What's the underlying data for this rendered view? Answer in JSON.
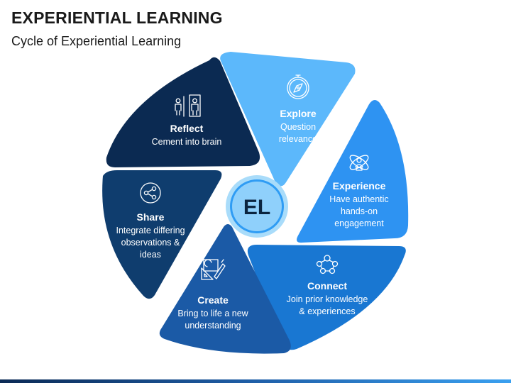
{
  "title": "EXPERIENTIAL LEARNING",
  "subtitle": "Cycle of Experiential Learning",
  "center_label": "EL",
  "segments": [
    {
      "id": "explore",
      "title": "Explore",
      "lines": [
        "Question",
        "relevance"
      ],
      "color": "#5cb8fb",
      "icon": "compass-icon"
    },
    {
      "id": "experience",
      "title": "Experience",
      "lines": [
        "Have authentic",
        "hands-on",
        "engagement"
      ],
      "color": "#2e93f2",
      "icon": "atom-person-icon"
    },
    {
      "id": "connect",
      "title": "Connect",
      "lines": [
        "Join prior knowledge",
        "& experiences"
      ],
      "color": "#1977d2",
      "icon": "network-icon"
    },
    {
      "id": "create",
      "title": "Create",
      "lines": [
        "Bring to life a new",
        "understanding"
      ],
      "color": "#1b5aa6",
      "icon": "drafting-tools-icon"
    },
    {
      "id": "share",
      "title": "Share",
      "lines": [
        "Integrate differing",
        "observations &",
        "ideas"
      ],
      "color": "#0f3d6e",
      "icon": "share-icon"
    },
    {
      "id": "reflect",
      "title": "Reflect",
      "lines": [
        "Cement into brain"
      ],
      "color": "#0b2a52",
      "icon": "mirror-person-icon"
    }
  ]
}
